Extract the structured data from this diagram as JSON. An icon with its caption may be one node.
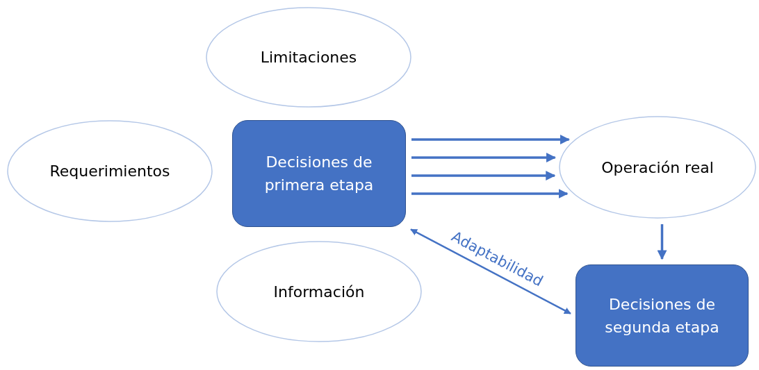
{
  "diagram": {
    "nodes": [
      {
        "text": [
          "Limitaciones"
        ]
      },
      {
        "text": [
          "Requerimientos"
        ]
      },
      {
        "text": [
          "Decisiones de primera etapa"
        ]
      },
      {
        "text": [
          "Operación real"
        ]
      },
      {
        "text": [
          "Información"
        ]
      },
      {
        "text": [
          "Decisiones de segunda etapa"
        ]
      }
    ],
    "edges": [
      {
        "from": 2,
        "to": 3,
        "arrow": "to"
      },
      {
        "from": 2,
        "to": 3,
        "arrow": "to"
      },
      {
        "from": 2,
        "to": 3,
        "arrow": "to"
      },
      {
        "from": 2,
        "to": 3,
        "arrow": "to"
      },
      {
        "from": 3,
        "to": 5,
        "arrow": "to"
      },
      {
        "from": 2,
        "to": 5,
        "arrow": "both",
        "label": "Adaptabilidad"
      }
    ]
  }
}
